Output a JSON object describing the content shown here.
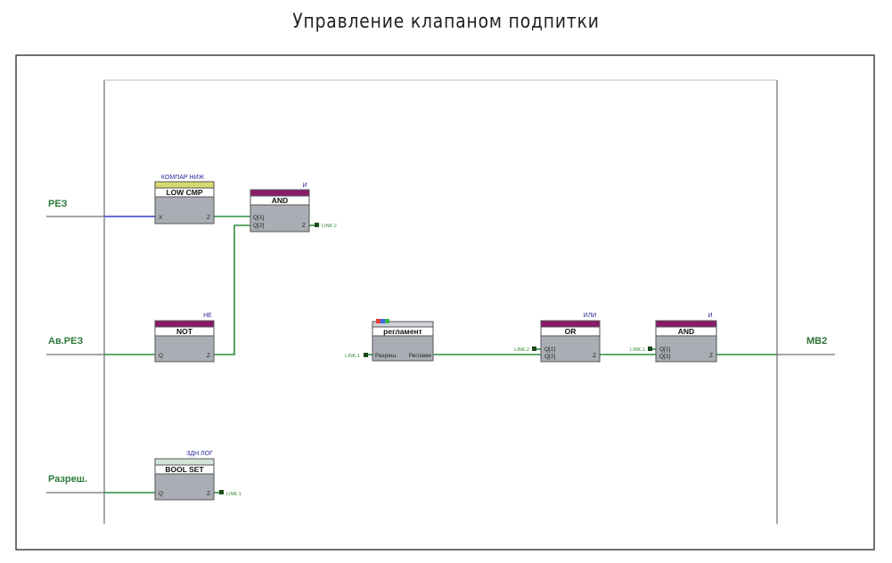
{
  "title": "Управление клапаном подпитки",
  "inputs": {
    "in1": "РЕЗ",
    "in2": "Ав.РЕЗ",
    "in3": "Разреш."
  },
  "output": "МВ2",
  "blocks": {
    "lowcmp": {
      "tag": "КОМПАР НИЖ",
      "title": "LOW CMP",
      "port_in": "X",
      "port_out": "Z"
    },
    "and1": {
      "tag": "И",
      "title": "AND",
      "q1": "Q[1]",
      "q2": "Q[2]",
      "port_out": "Z",
      "link": "LINK.2"
    },
    "not": {
      "tag": "НЕ",
      "title": "NOT",
      "port_in": "Q",
      "port_out": "Z"
    },
    "boolset": {
      "tag": "ЗДН ЛОГ",
      "title": "BOOL SET",
      "port_in": "Q",
      "port_out": "Z",
      "link": "LINK.1"
    },
    "reglament": {
      "title": "регламент",
      "port_in": "Разреш.",
      "port_out": "Регламе",
      "link": "LINK.1"
    },
    "or": {
      "tag": "ИЛИ",
      "title": "OR",
      "q1": "Q[1]",
      "q2": "Q[2]",
      "port_out": "Z",
      "link": "LINK.2"
    },
    "and2": {
      "tag": "И",
      "title": "AND",
      "q1": "Q[1]",
      "q2": "Q[2]",
      "port_out": "Z",
      "link": "LINK.1"
    }
  },
  "colors": {
    "wire_green": "#2e8b3e",
    "wire_blue": "#3b3bc8",
    "header_purple": "#8a1a6a",
    "header_yellow": "#d8d870",
    "block_gray": "#a9adb4"
  }
}
